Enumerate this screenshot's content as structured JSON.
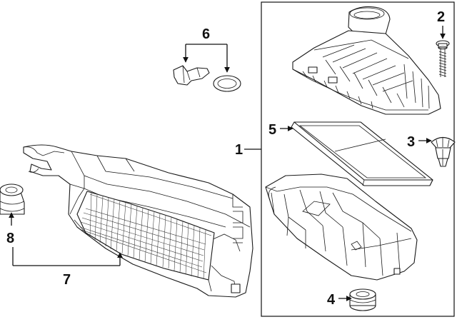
{
  "diagram": {
    "callouts": [
      {
        "id": "1",
        "label": "1"
      },
      {
        "id": "2",
        "label": "2"
      },
      {
        "id": "3",
        "label": "3"
      },
      {
        "id": "4",
        "label": "4"
      },
      {
        "id": "5",
        "label": "5"
      },
      {
        "id": "6",
        "label": "6"
      },
      {
        "id": "7",
        "label": "7"
      },
      {
        "id": "8",
        "label": "8"
      }
    ],
    "parts": [
      {
        "callout": "1",
        "icon": "air-cleaner-assembly-icon"
      },
      {
        "callout": "2",
        "icon": "screw-bolt-icon"
      },
      {
        "callout": "3",
        "icon": "push-clip-icon"
      },
      {
        "callout": "4",
        "icon": "rubber-grommet-icon"
      },
      {
        "callout": "5",
        "icon": "air-filter-element-icon"
      },
      {
        "callout": "6",
        "icon": "sensor-with-o-ring-icon"
      },
      {
        "callout": "7",
        "icon": "intake-duct-cover-icon"
      },
      {
        "callout": "8",
        "icon": "rubber-mount-icon"
      }
    ]
  }
}
